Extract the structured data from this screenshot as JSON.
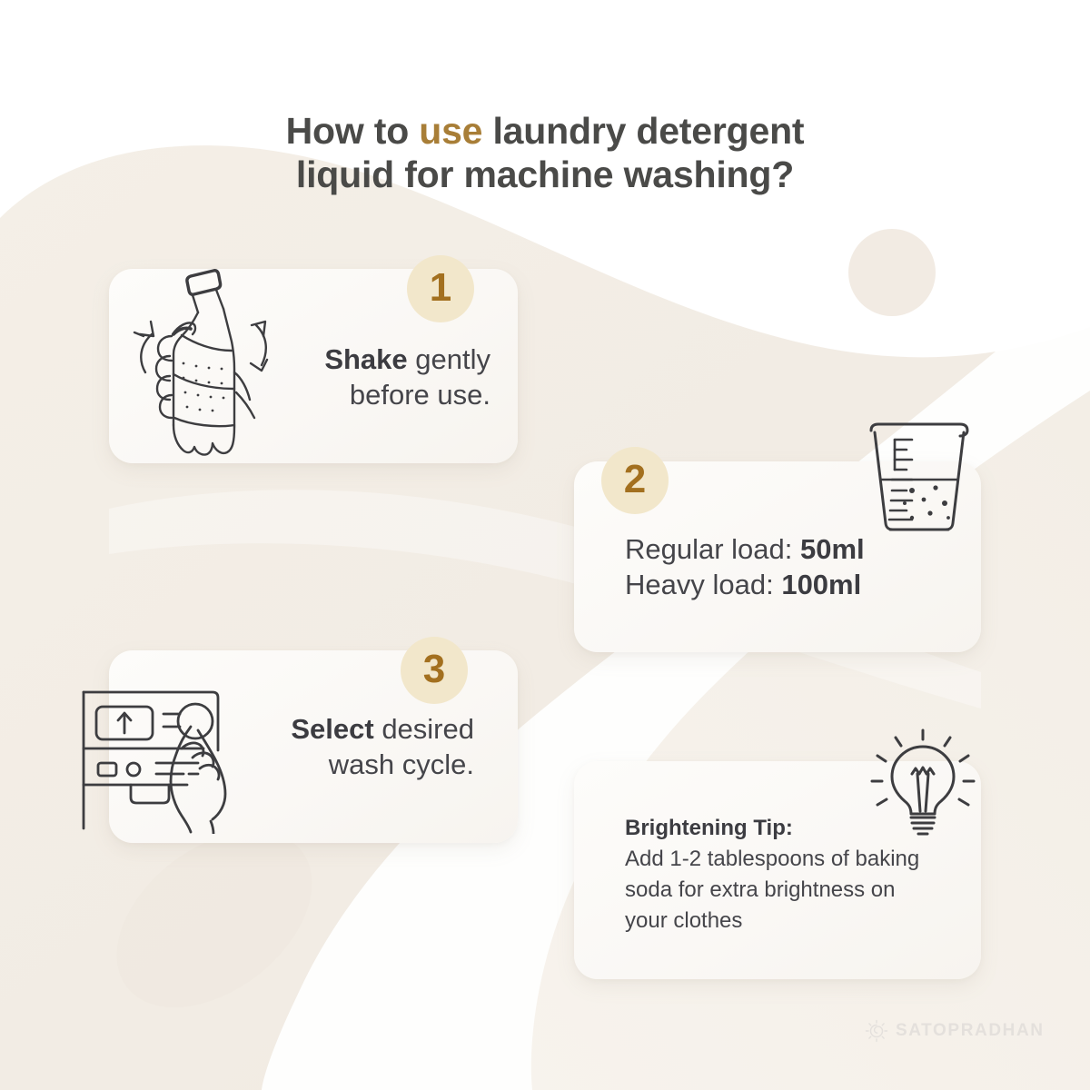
{
  "title": {
    "line_1_before": "How to ",
    "line_1_highlight": "use",
    "line_1_after": " laundry detergent",
    "line_2": "liquid for machine washing?"
  },
  "colors": {
    "page_background": "#ffffff",
    "blob_beige": "#f3ede5",
    "blob_soft": "#f7f3ee",
    "card_background": "#faf8f5",
    "badge_background": "#f2e7cb",
    "badge_number": "#a3701f",
    "title_text": "#4a4a48",
    "title_highlight": "#a87e37",
    "body_text": "#45454a",
    "line_art": "#3d3d40",
    "watermark": "#e4e0dc"
  },
  "steps": [
    {
      "number": "1",
      "icon": "detergent-bottle-shake-icon",
      "text_bold": "Shake",
      "text_rest": " gently before use."
    },
    {
      "number": "2",
      "icon": "measuring-cup-icon",
      "line_1_label": "Regular load: ",
      "line_1_value": "50ml",
      "line_2_label": "Heavy load: ",
      "line_2_value": "100ml"
    },
    {
      "number": "3",
      "icon": "washing-machine-panel-icon",
      "text_bold": "Select",
      "text_rest": " desired wash cycle."
    }
  ],
  "tip": {
    "icon": "lightbulb-icon",
    "heading": "Brightening Tip:",
    "body": "Add 1-2 tablespoons of baking soda for extra brightness on your clothes"
  },
  "watermark": {
    "icon": "sun-spiral-logo-icon",
    "text": "SATOPRADHAN"
  }
}
